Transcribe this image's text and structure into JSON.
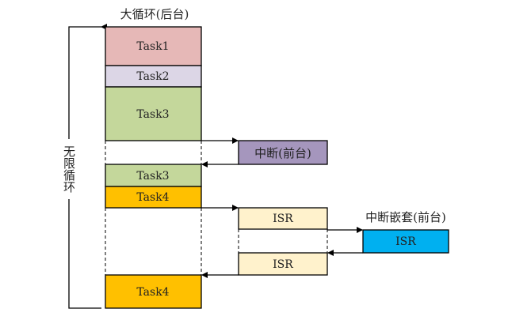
{
  "title_background": "大循环(后台)",
  "loop_label": "无限循环",
  "interrupt_label": "中断(前台)",
  "nested_label": "中断嵌套(前台)",
  "tasks": [
    {
      "label": "Task1",
      "color": "#e6b8b7"
    },
    {
      "label": "Task2",
      "color": "#dcd6e6"
    },
    {
      "label": "Task3",
      "color": "#c4d79b"
    },
    {
      "label": "Task3",
      "color": "#c4d79b"
    },
    {
      "label": "Task4",
      "color": "#ffc000"
    },
    {
      "label": "Task4",
      "color": "#ffc000"
    }
  ],
  "isr": [
    {
      "label": "ISR",
      "color": "#fff2cc"
    },
    {
      "label": "ISR",
      "color": "#fff2cc"
    },
    {
      "label": "ISR",
      "color": "#00b0f0"
    }
  ],
  "colors": {
    "interrupt": "#a596bd"
  }
}
